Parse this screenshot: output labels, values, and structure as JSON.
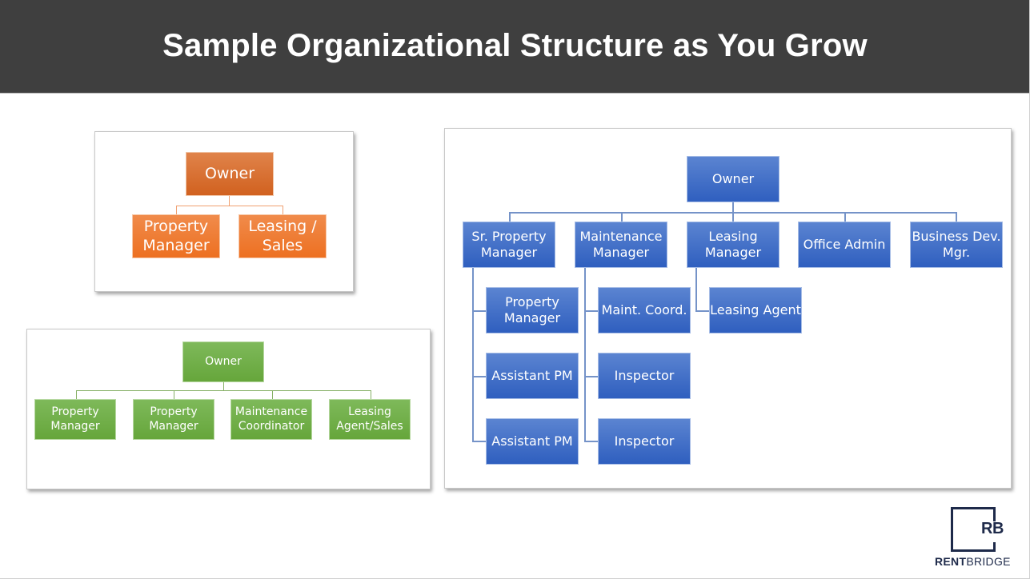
{
  "header": {
    "title": "Sample Organizational Structure as You Grow"
  },
  "small_chart": {
    "color": "#d1611f",
    "root": "Owner",
    "children": [
      "Property\nManager",
      "Leasing /\nSales"
    ]
  },
  "medium_chart": {
    "color": "#66a63b",
    "root": "Owner",
    "children": [
      "Property\nManager",
      "Property\nManager",
      "Maintenance\nCoordinator",
      "Leasing\nAgent/Sales"
    ]
  },
  "large_chart": {
    "color": "#2f5fbf",
    "root": "Owner",
    "level1": [
      {
        "label": "Sr. Property\nManager",
        "reports": [
          "Property\nManager",
          "Assistant PM",
          "Assistant PM"
        ]
      },
      {
        "label": "Maintenance\nManager",
        "reports": [
          "Maint. Coord.",
          "Inspector",
          "Inspector"
        ]
      },
      {
        "label": "Leasing\nManager",
        "reports": [
          "Leasing Agent"
        ]
      },
      {
        "label": "Office Admin",
        "reports": []
      },
      {
        "label": "Business Dev.\nMgr.",
        "reports": []
      }
    ]
  },
  "logo": {
    "mark": "RB",
    "brand_bold": "RENT",
    "brand_light": "BRIDGE"
  }
}
